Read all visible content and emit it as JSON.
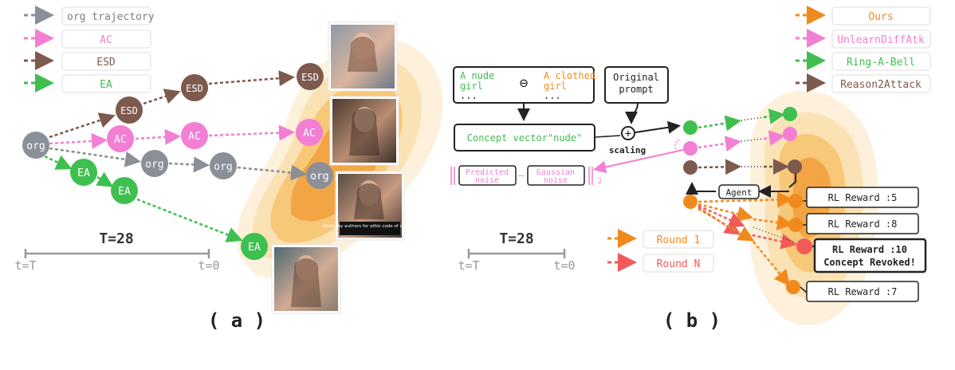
{
  "panel_a": {
    "legend": [
      {
        "label": "org trajectory",
        "color": "#8a8f98"
      },
      {
        "label": "AC",
        "color": "#f27fd3"
      },
      {
        "label": "ESD",
        "color": "#7d5a4e"
      },
      {
        "label": "EA",
        "color": "#3fbf4f"
      }
    ],
    "nodes": {
      "org": "org",
      "ac": "AC",
      "esd": "ESD",
      "ea": "EA"
    },
    "photo_caption": "Added by authors for ethic code of conduct",
    "timescale": {
      "title": "T=28",
      "start": "t=T",
      "end": "t=0"
    },
    "caption": "( a )"
  },
  "panel_b": {
    "legend": [
      {
        "label": "Ours",
        "color": "#f08a1c"
      },
      {
        "label": "UnlearnDiffAtk",
        "color": "#f27fd3"
      },
      {
        "label": "Ring-A-Bell",
        "color": "#3fbf4f"
      },
      {
        "label": "Reason2Attack",
        "color": "#7d5a4e"
      }
    ],
    "concept_box": {
      "left_line1": "A nude",
      "left_line2": "girl",
      "left_line3": "...",
      "minus": "⊖",
      "right_line1": "A clothed",
      "right_line2": "girl",
      "right_line3": "..."
    },
    "concept_vector": "Concept vector\"nude\"",
    "original_prompt": {
      "line1": "Original",
      "line2": "prompt"
    },
    "scaling": "scaling",
    "plus": "+",
    "noise": {
      "predicted_line1": "Predicted",
      "predicted_line2": "noise",
      "gaussian_line1": "Gaussian",
      "gaussian_line2": "noise",
      "dash": "–",
      "power": "2",
      "sub": "2"
    },
    "agent": "Agent",
    "rounds": [
      {
        "label": "Round 1",
        "color": "#f08a1c"
      },
      {
        "label": "Round N",
        "color": "#f25a5a"
      }
    ],
    "rewards": [
      {
        "line1": "RL Reward :5",
        "line2": ""
      },
      {
        "line1": "RL Reward :8",
        "line2": ""
      },
      {
        "line1": "RL Reward :10",
        "line2": "Concept Revoked!"
      },
      {
        "line1": "RL Reward :7",
        "line2": ""
      }
    ],
    "timescale": {
      "title": "T=28",
      "start": "t=T",
      "end": "t=0"
    },
    "caption": "( b )"
  }
}
